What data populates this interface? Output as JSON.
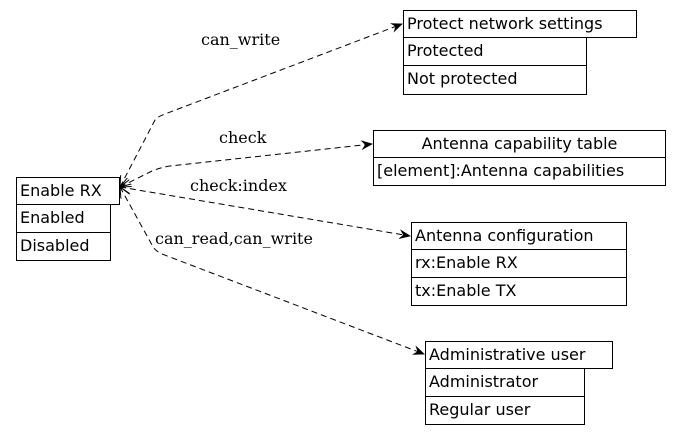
{
  "nodes": {
    "enable_rx": {
      "title": "Enable RX",
      "items": [
        "Enabled",
        "Disabled"
      ]
    },
    "protect_network": {
      "title": "Protect network settings",
      "items": [
        "Protected",
        "Not protected"
      ]
    },
    "antenna_cap_table": {
      "title": "Antenna capability table",
      "items": [
        "[element]:Antenna capabilities"
      ]
    },
    "antenna_config": {
      "title": "Antenna configuration",
      "items": [
        "rx:Enable RX",
        "tx:Enable TX"
      ]
    },
    "admin_user": {
      "title": "Administrative user",
      "items": [
        "Administrator",
        "Regular user"
      ]
    }
  },
  "edges": {
    "can_write": "can_write",
    "check": "check",
    "check_index": "check:index",
    "can_read_write": "can_read,can_write"
  }
}
